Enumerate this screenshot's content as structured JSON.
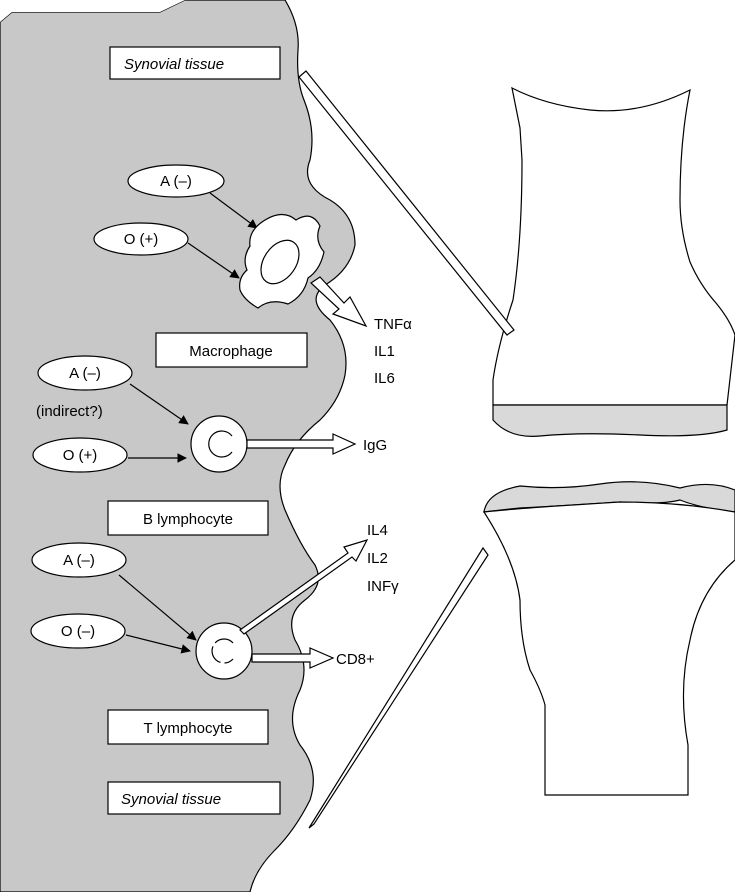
{
  "tissue_labels": {
    "top": "Synovial tissue",
    "bottom": "Synovial tissue"
  },
  "cells": {
    "macrophage": {
      "label": "Macrophage",
      "inputs": [
        "A (–)",
        "O (+)"
      ],
      "outputs": [
        "TNFα",
        "IL1",
        "IL6"
      ]
    },
    "b_lymphocyte": {
      "label": "B lymphocyte",
      "inputs": [
        "A (–)",
        "O (+)"
      ],
      "note": "(indirect?)",
      "outputs": [
        "IgG"
      ]
    },
    "t_lymphocyte": {
      "label": "T lymphocyte",
      "inputs": [
        "A (–)",
        "O (–)"
      ],
      "outputs": [
        "IL4",
        "IL2",
        "INFγ",
        "CD8+"
      ]
    }
  },
  "colors": {
    "tissue": "#c8c8c8",
    "cartilage": "#d9d9d9",
    "line": "#000000"
  }
}
